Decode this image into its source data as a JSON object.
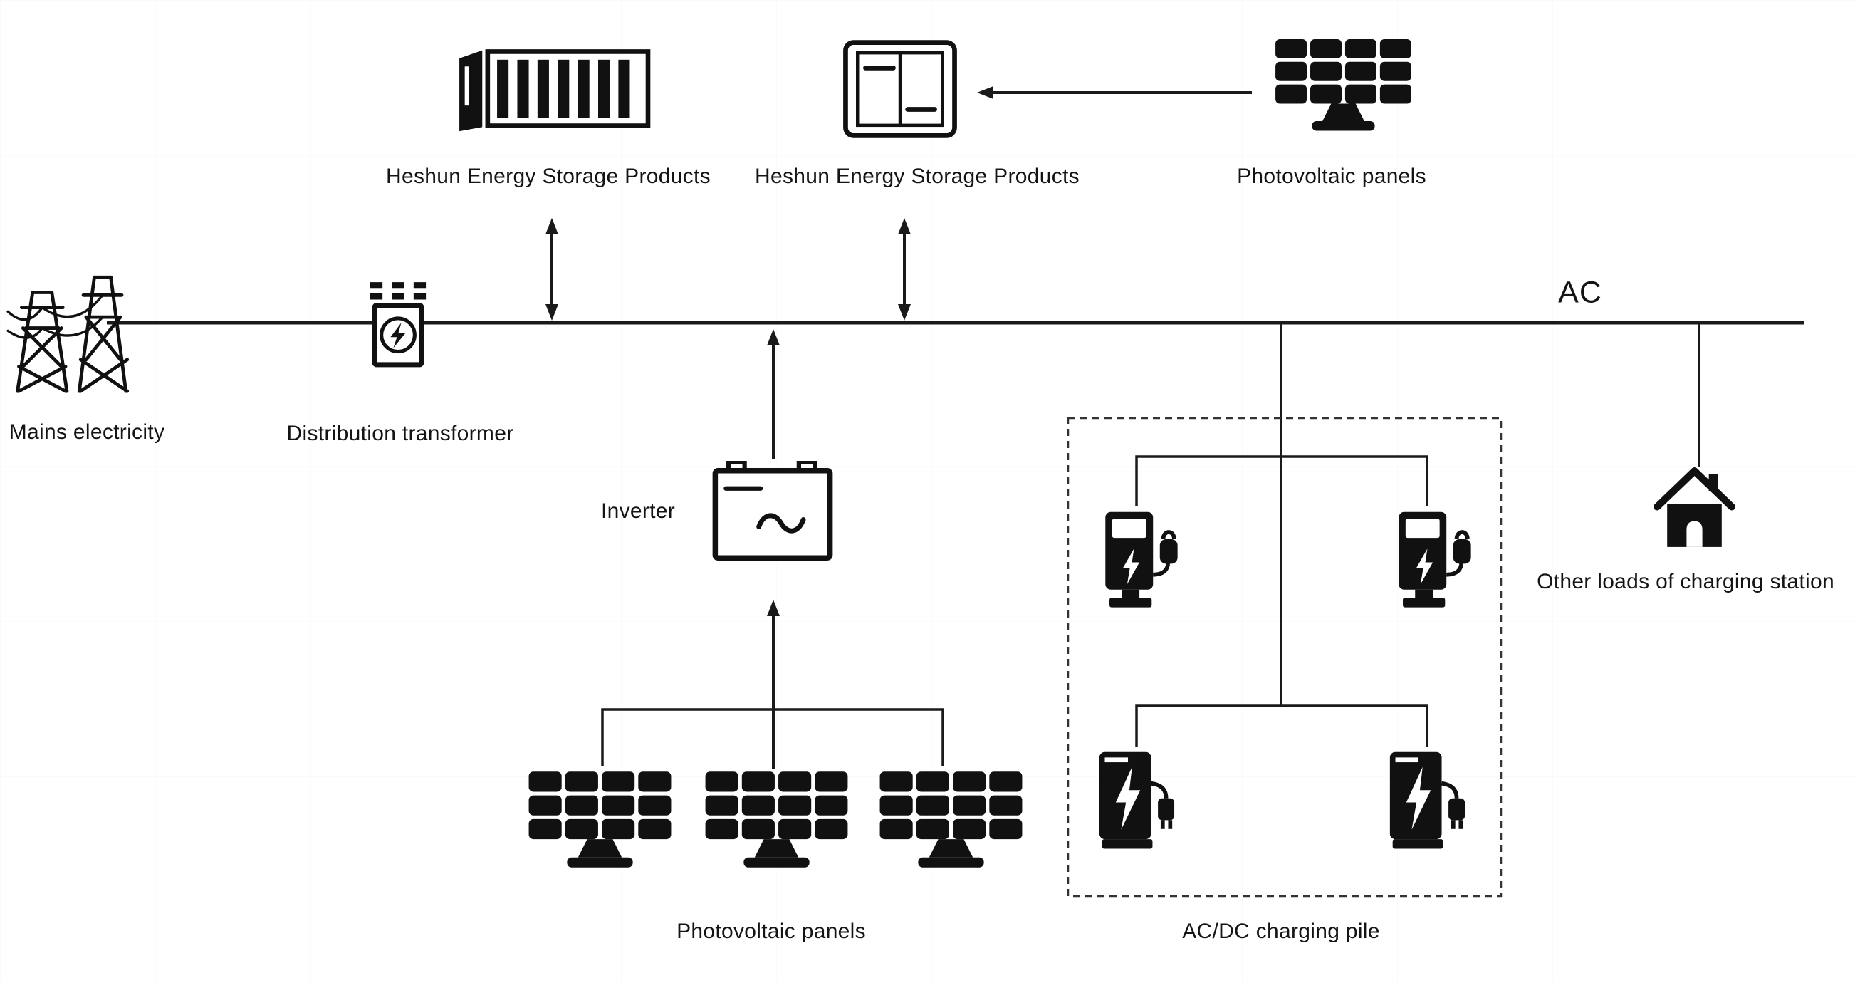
{
  "labels": {
    "storage_left": "Heshun Energy Storage Products",
    "storage_mid": "Heshun Energy Storage Products",
    "pv_top": "Photovoltaic panels",
    "mains": "Mains electricity",
    "transformer": "Distribution transformer",
    "ac_bus": "AC",
    "inverter": "Inverter",
    "pv_bottom": "Photovoltaic panels",
    "charging_pile": "AC/DC charging pile",
    "other_loads": "Other loads of charging station"
  },
  "icons": {
    "storage_container": "storage-container-icon",
    "storage_cabinet": "storage-cabinet-icon",
    "pv_panel": "solar-panel-icon",
    "mains_tower": "transmission-tower-icon",
    "transformer": "distribution-transformer-icon",
    "inverter": "inverter-battery-icon",
    "ac_pile": "ac-charging-pile-icon",
    "dc_pile": "dc-charging-pile-icon",
    "house": "house-icon"
  },
  "colors": {
    "ink": "#111111",
    "line": "#1a1a1a",
    "background": "#ffffff"
  }
}
